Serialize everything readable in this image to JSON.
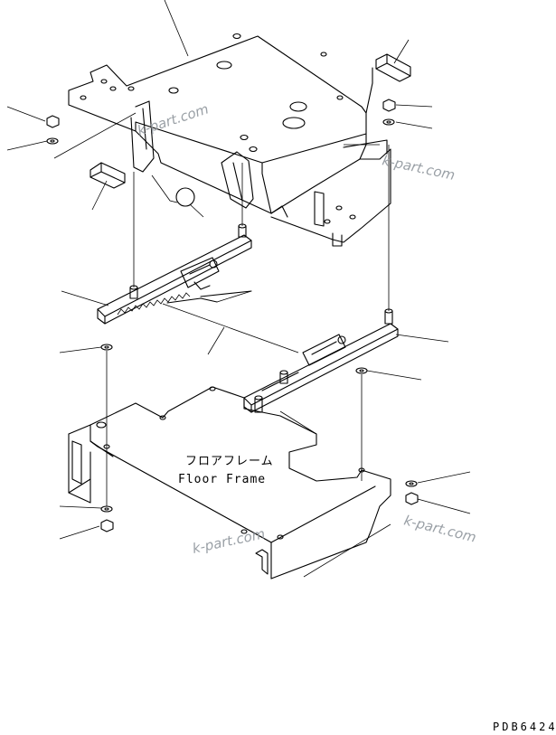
{
  "diagram": {
    "label_jp": "フロアフレーム",
    "label_en": "Floor Frame",
    "drawing_code": "PDB6424",
    "watermarks": [
      "k-part.com",
      "k-part.com",
      "k-part.com",
      "k-part.com"
    ]
  }
}
